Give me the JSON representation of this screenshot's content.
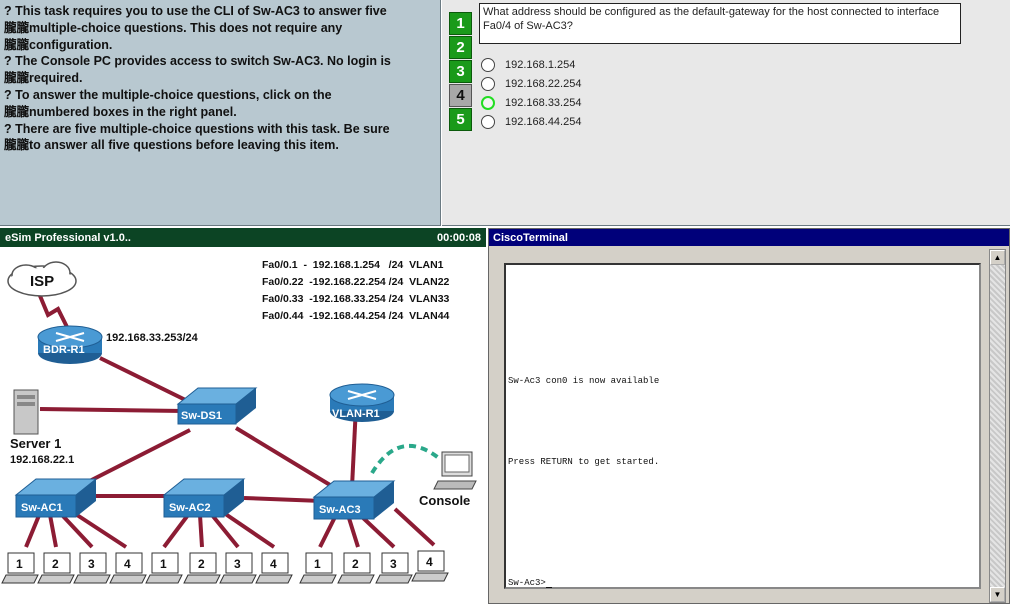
{
  "instructions": {
    "lines": [
      "? This task requires you to use the CLI of Sw-AC3 to answer five",
      "朧朧multiple-choice questions. This does not require any",
      "朧朧configuration.",
      "? The Console PC provides access to switch Sw-AC3.  No login is",
      "朧朧required.",
      "? To answer the multiple-choice questions, click on the",
      "朧朧numbered boxes in the right panel.",
      "? There are five multiple-choice questions with this task. Be sure",
      "朧朧to answer all five questions before leaving this item."
    ]
  },
  "question_panel": {
    "numbers": [
      "1",
      "2",
      "3",
      "4",
      "5"
    ],
    "active_number": "4",
    "question": "What address should be configured as the default-gateway for the host connected to interface Fa0/4 of Sw-AC3?",
    "options": [
      "192.168.1.254",
      "192.168.22.254",
      "192.168.33.254",
      "192.168.44.254"
    ],
    "selected_option": 2
  },
  "simulator": {
    "title": "eSim Professional v1.0..",
    "timer": "00:00:08",
    "vlans": [
      "Fa0/0.1  -  192.168.1.254   /24  VLAN1",
      "Fa0/0.22  -192.168.22.254 /24  VLAN22",
      "Fa0/0.33  -192.168.33.254 /24  VLAN33",
      "Fa0/0.44  -192.168.44.254 /24  VLAN44"
    ],
    "isp_label": "ISP",
    "router_label": "BDR-R1",
    "router_ip": "192.168.33.253/24",
    "ds_label": "Sw-DS1",
    "vlan_router_label": "VLAN-R1",
    "server_label": "Server 1",
    "server_ip": "192.168.22.1",
    "access_switches": [
      "Sw-AC1",
      "Sw-AC2",
      "Sw-AC3"
    ],
    "console_label": "Console",
    "host_numbers": [
      "1",
      "2",
      "3",
      "4"
    ],
    "colors": {
      "link": "#8c1c34",
      "console_link": "#2aa88a",
      "device": "#2a7ab8"
    }
  },
  "terminal": {
    "title": "CiscoTerminal",
    "line_available": "Sw-Ac3 con0 is now available",
    "line_press": "Press RETURN to get started.",
    "prompt": "Sw-Ac3>"
  }
}
